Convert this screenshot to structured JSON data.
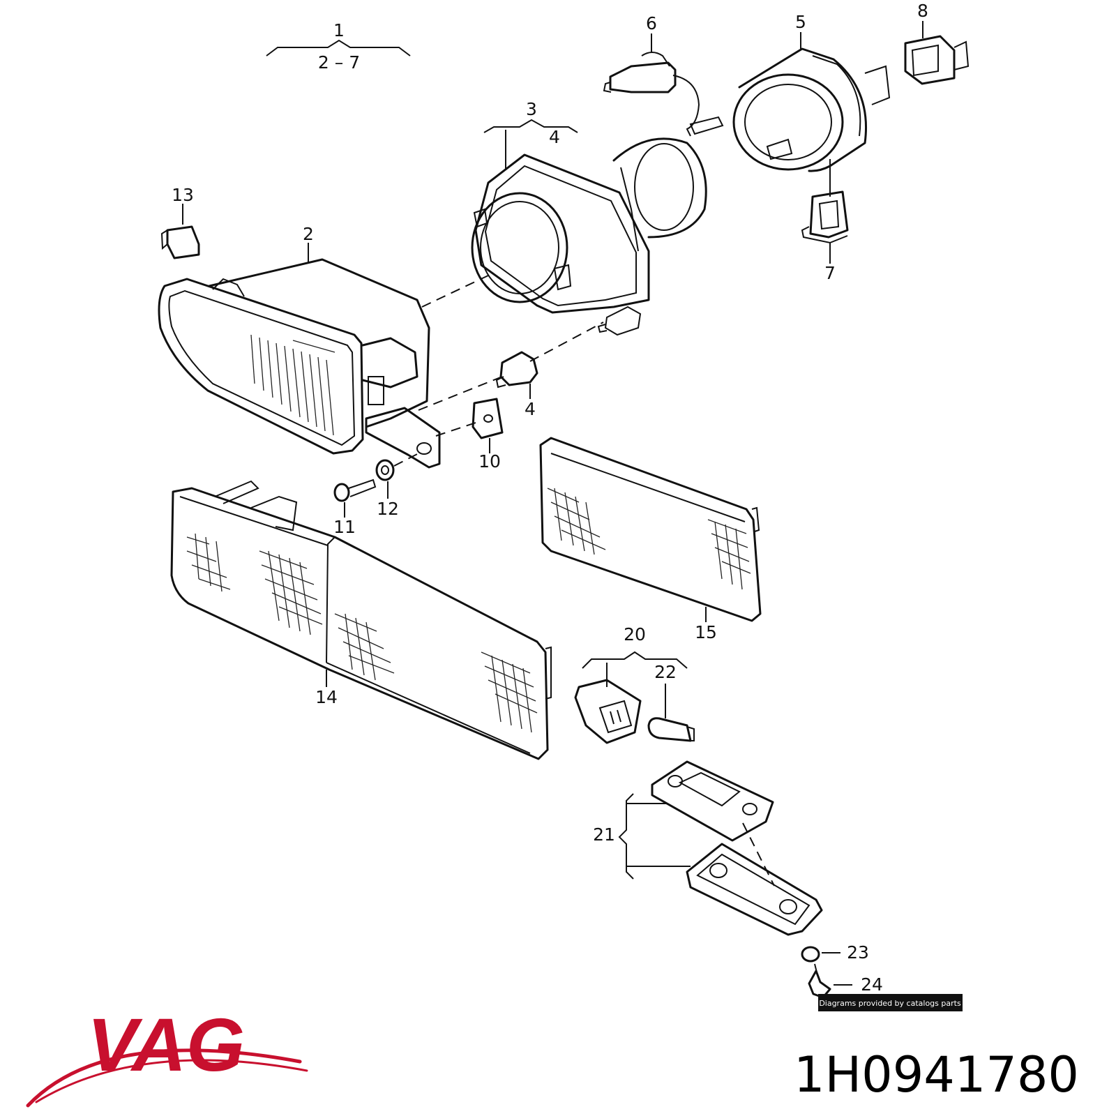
{
  "diagram": {
    "brand_logo": "VAG",
    "part_number": "1H0941780",
    "watermark": "Diagrams provided by catalogs parts",
    "callouts": {
      "c1": "1",
      "c1_range": "2 – 7",
      "c2": "2",
      "c3": "3",
      "c3_sub": "4",
      "c4": "4",
      "c5": "5",
      "c6": "6",
      "c7": "7",
      "c8": "8",
      "c10": "10",
      "c11": "11",
      "c12": "12",
      "c13": "13",
      "c14": "14",
      "c15": "15",
      "c20": "20",
      "c21": "21",
      "c22": "22",
      "c23": "23",
      "c24": "24"
    },
    "colors": {
      "brand_red": "#c8102e",
      "ink": "#111111"
    }
  }
}
